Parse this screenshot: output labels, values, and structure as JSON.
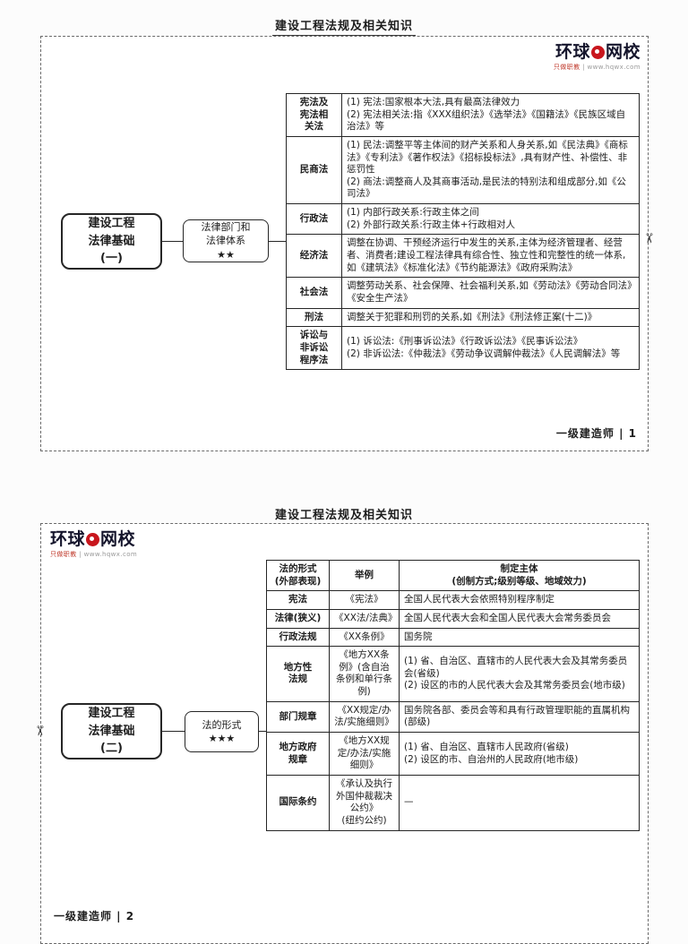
{
  "doc": {
    "header": "建设工程法规及相关知识",
    "brand": {
      "left": "环球",
      "right": "网校",
      "tagline_left": "只做职教",
      "tagline_right": "| www.hqwx.com"
    }
  },
  "icons": {
    "scissors": "✂"
  },
  "page1": {
    "root": "建设工程\n法律基础\n(一)",
    "branch": "法律部门和\n法律体系\n★★",
    "rows": [
      {
        "label": "宪法及\n宪法相\n关法",
        "content": "(1) 宪法:国家根本大法,具有最高法律效力\n(2) 宪法相关法:指《XXX组织法》《选举法》《国籍法》《民族区域自治法》等"
      },
      {
        "label": "民商法",
        "content": "(1) 民法:调整平等主体间的财产关系和人身关系,如《民法典》《商标法》《专利法》《著作权法》《招标投标法》,具有财产性、补偿性、非惩罚性\n(2) 商法:调整商人及其商事活动,是民法的特别法和组成部分,如《公司法》"
      },
      {
        "label": "行政法",
        "content": "(1) 内部行政关系:行政主体之间\n(2) 外部行政关系:行政主体+行政相对人"
      },
      {
        "label": "经济法",
        "content": "调整在协调、干预经济运行中发生的关系,主体为经济管理者、经营者、消费者;建设工程法律具有综合性、独立性和完整性的统一体系,如《建筑法》《标准化法》《节约能源法》《政府采购法》"
      },
      {
        "label": "社会法",
        "content": "调整劳动关系、社会保障、社会福利关系,如《劳动法》《劳动合同法》《安全生产法》"
      },
      {
        "label": "刑法",
        "content": "调整关于犯罪和刑罚的关系,如《刑法》《刑法修正案(十二)》"
      },
      {
        "label": "诉讼与\n非诉讼\n程序法",
        "content": "(1) 诉讼法:《刑事诉讼法》《行政诉讼法》《民事诉讼法》\n(2) 非诉讼法:《仲裁法》《劳动争议调解仲裁法》《人民调解法》等"
      }
    ],
    "footer": "一级建造师 | 1"
  },
  "page2": {
    "root": "建设工程\n法律基础\n(二)",
    "branch": "法的形式\n★★★",
    "table_header": {
      "col1": "法的形式\n(外部表现)",
      "col2": "举例",
      "col3": "制定主体\n(创制方式;级别等级、地域效力)"
    },
    "rows": [
      {
        "form": "宪法",
        "example": "《宪法》",
        "maker": "全国人民代表大会依照特别程序制定"
      },
      {
        "form": "法律(狭义)",
        "example": "《XX法/法典》",
        "maker": "全国人民代表大会和全国人民代表大会常务委员会"
      },
      {
        "form": "行政法规",
        "example": "《XX条例》",
        "maker": "国务院"
      },
      {
        "form": "地方性\n法规",
        "example": "《地方XX条例》(含自治条例和单行条例)",
        "maker": "(1) 省、自治区、直辖市的人民代表大会及其常务委员会(省级)\n(2) 设区的市的人民代表大会及其常务委员会(地市级)"
      },
      {
        "form": "部门规章",
        "example": "《XX规定/办法/实施细则》",
        "maker": "国务院各部、委员会等和具有行政管理职能的直属机构(部级)"
      },
      {
        "form": "地方政府\n规章",
        "example": "《地方XX规定/办法/实施细则》",
        "maker": "(1) 省、自治区、直辖市人民政府(省级)\n(2) 设区的市、自治州的人民政府(地市级)"
      },
      {
        "form": "国际条约",
        "example": "《承认及执行外国仲裁裁决公约》\n(纽约公约)",
        "maker": "—"
      }
    ],
    "footer": "一级建造师 | 2"
  }
}
